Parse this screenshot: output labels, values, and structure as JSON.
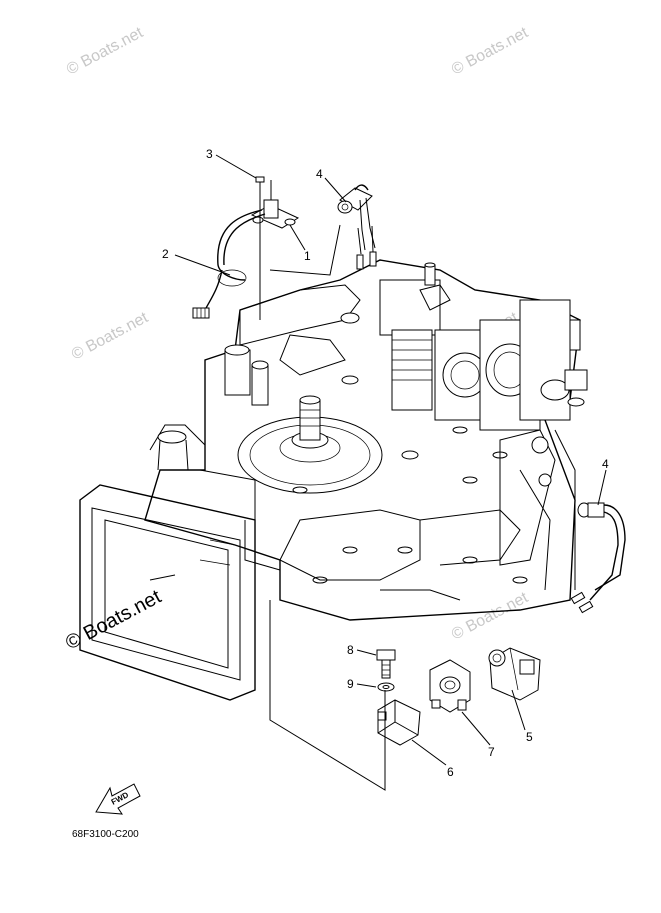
{
  "watermarks": {
    "top_left": "© Boats.net",
    "top_right": "© Boats.net",
    "mid_left": "© Boats.net",
    "mid_right": "© Boats.net",
    "big_left": "© Boats.net",
    "low_right": "© Boats.net"
  },
  "callouts": {
    "c1": "1",
    "c2": "2",
    "c3": "3",
    "c4a": "4",
    "c4b": "4",
    "c5": "5",
    "c6": "6",
    "c7": "7",
    "c8": "8",
    "c9": "9"
  },
  "fwd_label": "FWD",
  "diagram_code": "68F3100-C200"
}
